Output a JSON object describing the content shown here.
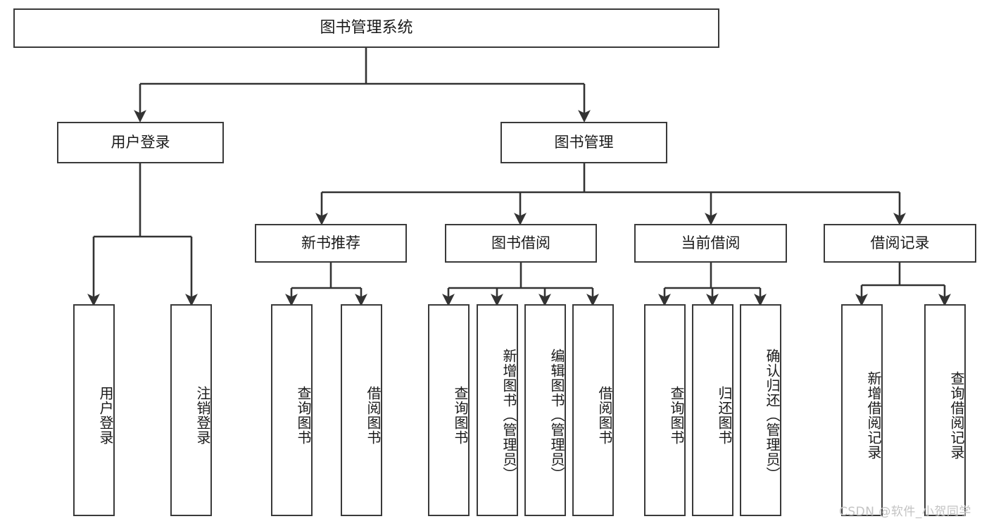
{
  "diagram": {
    "type": "tree-hierarchy-chart",
    "title": "图书管理系统",
    "colors": {
      "box_border": "#3a3a3a",
      "box_fill": "#ffffff",
      "line": "#333333",
      "text": "#1a1a1a",
      "watermark": "#c3c3c3",
      "background": "#ffffff"
    },
    "root": {
      "label": "图书管理系统"
    },
    "level1": [
      {
        "label": "用户登录"
      },
      {
        "label": "图书管理"
      }
    ],
    "level2": [
      {
        "label": "新书推荐"
      },
      {
        "label": "图书借阅"
      },
      {
        "label": "当前借阅"
      },
      {
        "label": "借阅记录"
      }
    ],
    "leaves": {
      "user_login": [
        {
          "label": "用户登录"
        },
        {
          "label": "注销登录"
        }
      ],
      "new_book_recommend": [
        {
          "label": "查询图书"
        },
        {
          "label": "借阅图书"
        }
      ],
      "book_borrow": [
        {
          "label": "查询图书"
        },
        {
          "label": "新增图书（管理员）"
        },
        {
          "label": "编辑图书（管理员）"
        },
        {
          "label": "借阅图书"
        }
      ],
      "current_borrow": [
        {
          "label": "查询图书"
        },
        {
          "label": "归还图书"
        },
        {
          "label": "确认归还（管理员）"
        }
      ],
      "borrow_record": [
        {
          "label": "新增借阅记录"
        },
        {
          "label": "查询借阅记录"
        }
      ]
    }
  },
  "watermark": {
    "text": "CSDN @软件_小贺同学"
  }
}
